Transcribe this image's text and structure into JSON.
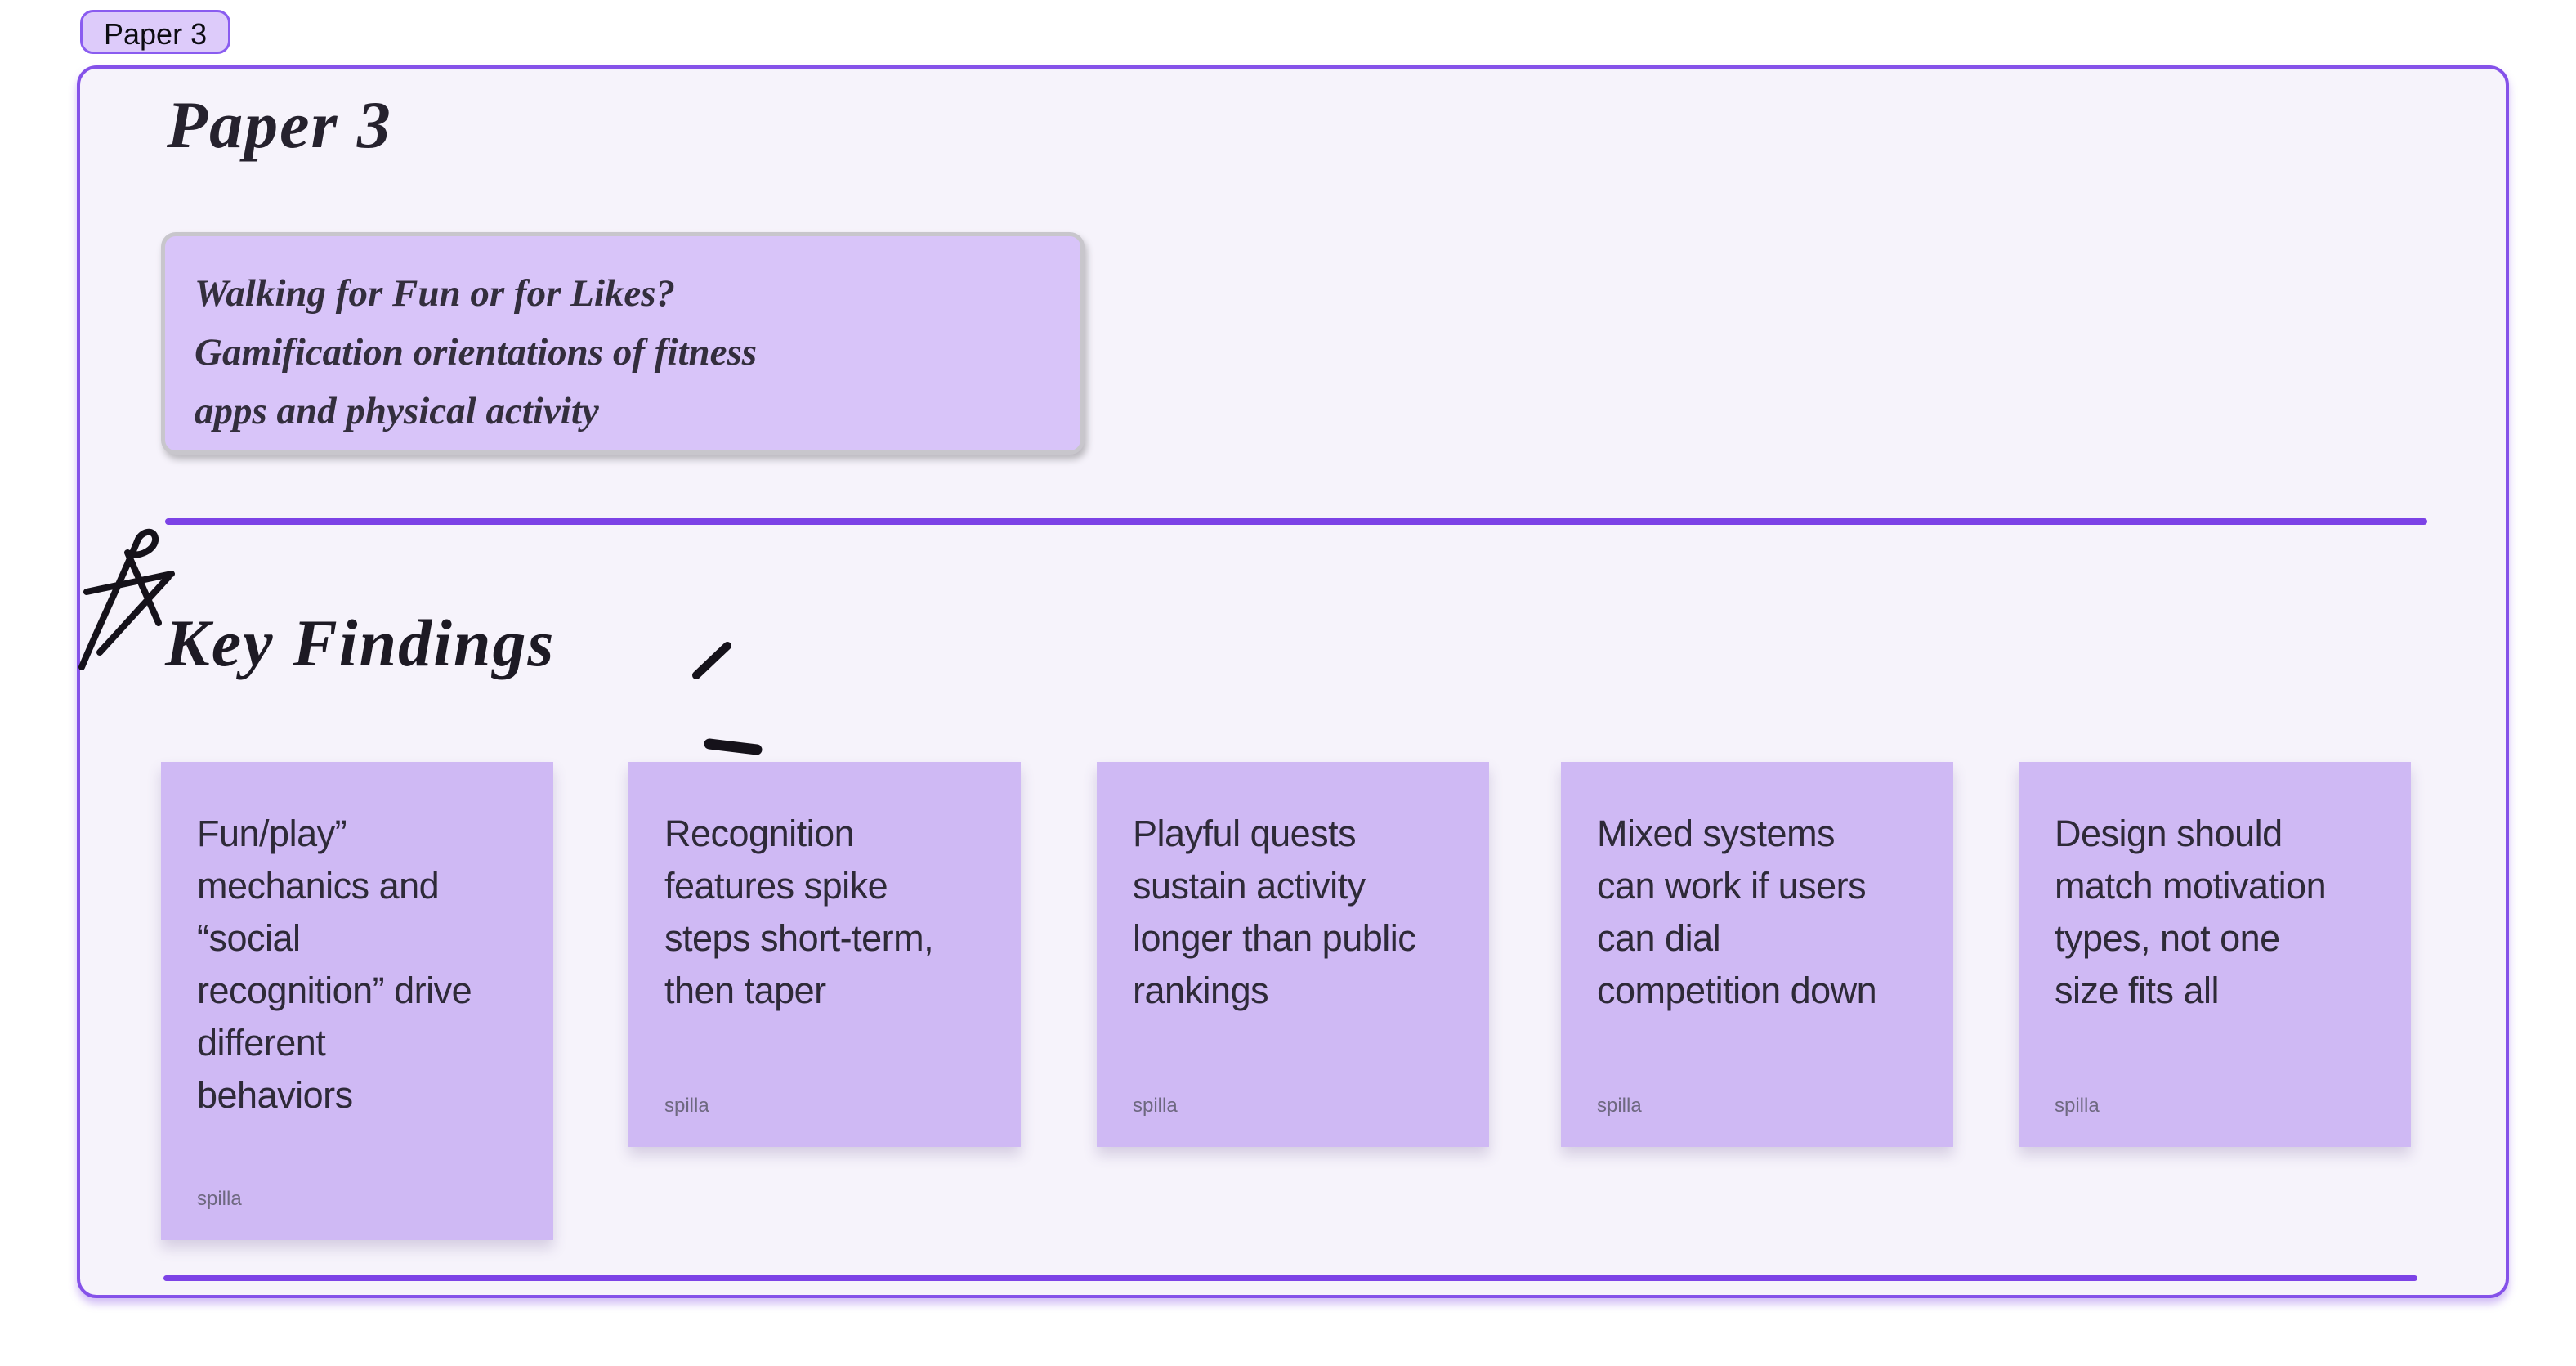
{
  "frame_label": {
    "text": "Paper 3"
  },
  "frame": {
    "title": "Paper 3",
    "section_heading": "Key Findings"
  },
  "paper_note": {
    "lines": [
      "Walking for Fun or for Likes?",
      "Gamification orientations of fitness",
      "apps and physical activity"
    ]
  },
  "findings": [
    {
      "lines": [
        "Fun/play”",
        "mechanics and",
        "“social",
        "recognition” drive",
        "different",
        "behaviors"
      ],
      "author": "spilla"
    },
    {
      "lines": [
        "Recognition",
        "features spike",
        "steps short-term,",
        "then taper"
      ],
      "author": "spilla"
    },
    {
      "lines": [
        "Playful quests",
        "sustain activity",
        "longer than public",
        "rankings"
      ],
      "author": "spilla"
    },
    {
      "lines": [
        "Mixed systems",
        "can work if users",
        "can dial",
        "competition down"
      ],
      "author": "spilla"
    },
    {
      "lines": [
        "Design should",
        "match motivation",
        "types, not one",
        "size fits all"
      ],
      "author": "spilla"
    }
  ],
  "colors": {
    "frame_border": "#8552e9",
    "frame_fill": "#f6f3fb",
    "divider": "#7c42e6",
    "label_fill": "#ddcbfa",
    "note_fill": "#d8c4f9",
    "note_border": "#c8c6cc",
    "card_fill": "#cfb9f4",
    "card_text": "#2e2a38",
    "author_text": "#6e6880",
    "ink": "#15121a"
  }
}
